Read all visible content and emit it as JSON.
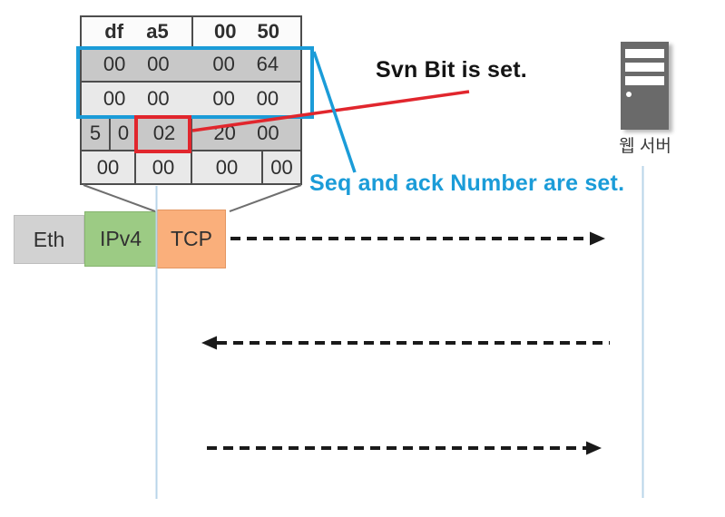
{
  "packet_table": {
    "description_rows": [
      {
        "cells": [
          "df",
          "a5",
          "00",
          "50"
        ]
      },
      {
        "cells": [
          "00",
          "00",
          "00",
          "64"
        ]
      },
      {
        "cells": [
          "00",
          "00",
          "00",
          "00"
        ]
      },
      {
        "cells": [
          "5",
          "0",
          "02",
          "20",
          "00"
        ]
      },
      {
        "cells": [
          "00",
          "00",
          "00",
          "00"
        ]
      }
    ]
  },
  "highlights": {
    "seq_ack_box_color": "#1B9CD8",
    "syn_flag_box_color": "#E1262D"
  },
  "annotations": {
    "syn_note": "Svn Bit is set.",
    "syn_note_color": "#141414",
    "seq_ack_note": "Seq and ack Number are set.",
    "seq_ack_note_color": "#1B9CD8"
  },
  "protocol_stack": {
    "layers": [
      {
        "label": "Eth",
        "color": "#D2D2D2"
      },
      {
        "label": "IPv4",
        "color": "#9CCB84"
      },
      {
        "label": "TCP",
        "color": "#FAAF7B"
      }
    ]
  },
  "server": {
    "icon": "server-tower-icon",
    "icon_color": "#6A6A6A",
    "label": "웹 서버"
  },
  "timelines": {
    "color": "#B9D5E9",
    "count": 2
  },
  "arrows": [
    {
      "direction": "right"
    },
    {
      "direction": "left"
    },
    {
      "direction": "right"
    }
  ]
}
